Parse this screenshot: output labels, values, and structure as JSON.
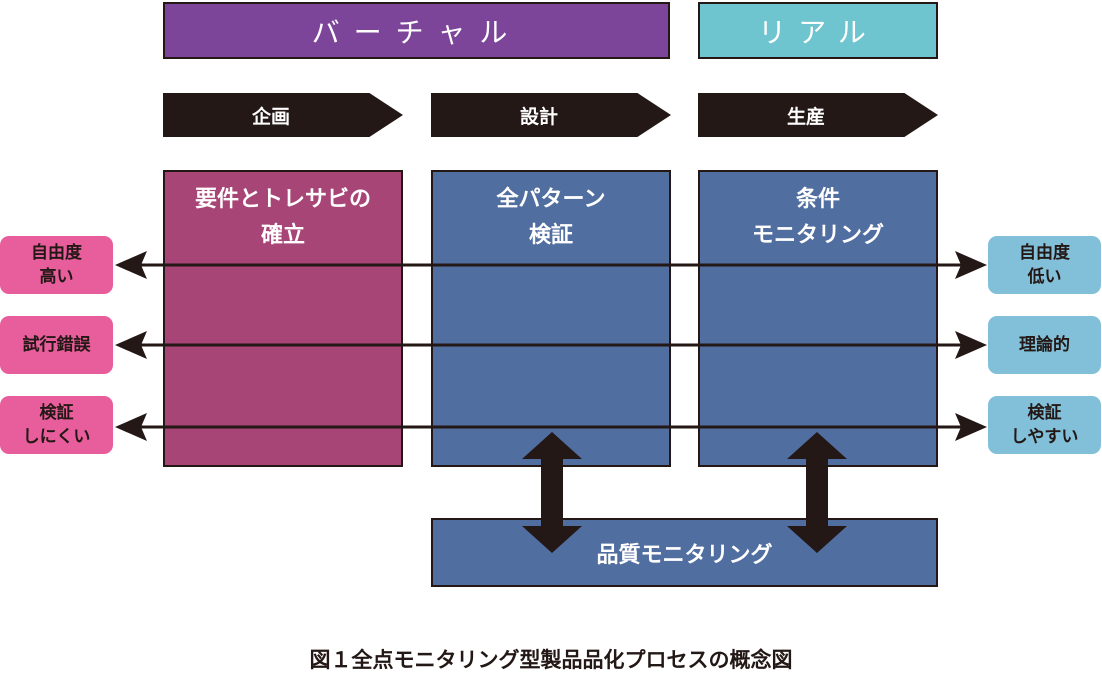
{
  "headers": {
    "virtual": "バーチャル",
    "real": "リアル"
  },
  "phases": [
    "企画",
    "設計",
    "生産"
  ],
  "panels": {
    "planning": {
      "line1": "要件とトレサビの",
      "line2": "確立"
    },
    "design": {
      "line1": "全パターン",
      "line2": "検証"
    },
    "production": {
      "line1": "条件",
      "line2": "モニタリング"
    }
  },
  "quality_monitoring": "品質モニタリング",
  "left_labels": [
    {
      "line1": "自由度",
      "line2": "高い"
    },
    {
      "line1": "試行錯誤",
      "line2": ""
    },
    {
      "line1": "検証",
      "line2": "しにくい"
    }
  ],
  "right_labels": [
    {
      "line1": "自由度",
      "line2": "低い"
    },
    {
      "line1": "理論的",
      "line2": ""
    },
    {
      "line1": "検証",
      "line2": "しやすい"
    }
  ],
  "caption": "図１全点モニタリング型製品品化プロセスの概念図",
  "colors": {
    "virtual": "#7d4599",
    "real": "#6ec4cf",
    "planning_panel": "#a84577",
    "blue_panel": "#516ea0",
    "left_label": "#e85d9b",
    "right_label": "#82c0da",
    "dark": "#231815"
  }
}
